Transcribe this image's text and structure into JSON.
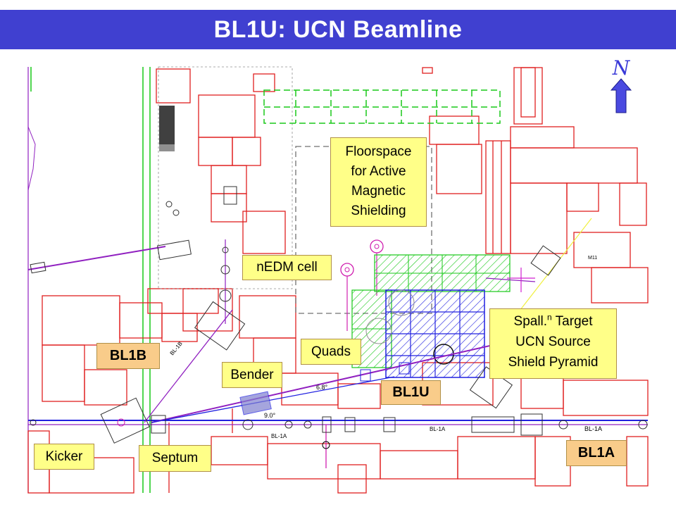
{
  "title": "BL1U: UCN Beamline",
  "north_label": "N",
  "labels": {
    "floorspace": [
      "Floorspace",
      "for Active",
      "Magnetic",
      "Shielding"
    ],
    "nedm_cell": "nEDM cell",
    "quads": "Quads",
    "bender": "Bender",
    "bl1b": "BL1B",
    "bl1u": "BL1U",
    "bl1a": "BL1A",
    "kicker": "Kicker",
    "septum": "Septum",
    "spall_line1_pre": "Spall.",
    "spall_line1_sup": "n",
    "spall_line1_post": " Target",
    "spall_line2": "UCN Source",
    "spall_line3": "Shield Pyramid"
  },
  "drawing_labels": {
    "angle_a": "6.8°",
    "angle_b": "9.0°",
    "bl1a_tag_1": "BL-1A",
    "bl1a_tag_2": "BL-1A",
    "bl1a_tag_3": "BL-1A",
    "bl1b_tag": "BL-1B",
    "m11": "M11"
  },
  "colors": {
    "title_bar": "#4040d0",
    "wall_red": "#e02020",
    "floor_green": "#18c818",
    "pyramid_blue": "#2020e0",
    "beam_purple": "#9020c0",
    "label_yellow": "#ffff88",
    "label_orange": "#f9cc8a",
    "north_arrow": "#4a4ae0"
  }
}
